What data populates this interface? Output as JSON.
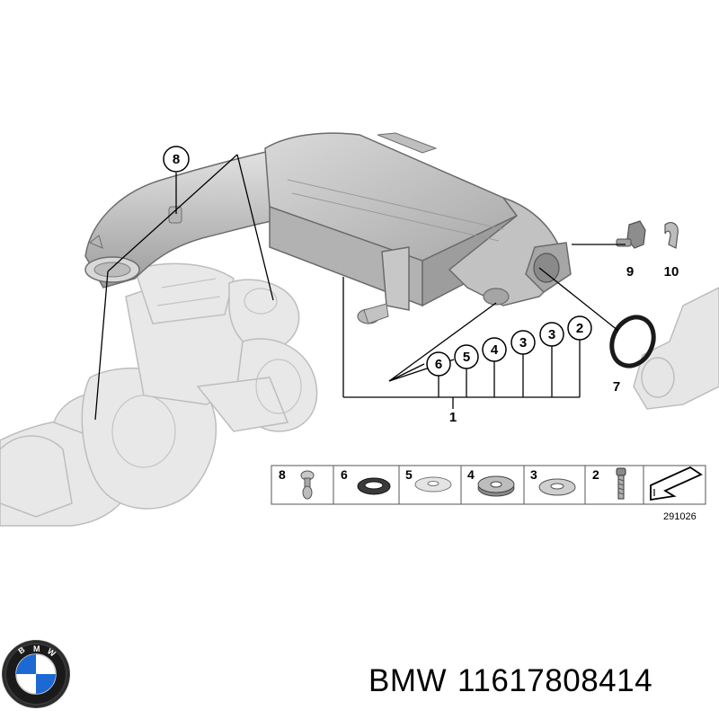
{
  "diagram": {
    "callouts": {
      "c8": "8",
      "c9": "9",
      "c10": "10",
      "c7": "7",
      "c1": "1",
      "c6": "6",
      "c5": "5",
      "c4": "4",
      "c3a": "3",
      "c3b": "3",
      "c2": "2"
    },
    "strip_labels": [
      "8",
      "6",
      "5",
      "4",
      "3",
      "2"
    ],
    "reference_number": "291026"
  },
  "footer": {
    "brand": "BMW",
    "part_number": "11617808414"
  },
  "colors": {
    "part_fill": "#c9c9c9",
    "part_dark": "#8e8e8e",
    "ghost_fill": "#e6e6e6",
    "line": "#000000",
    "logo_blue": "#1c69d4"
  }
}
